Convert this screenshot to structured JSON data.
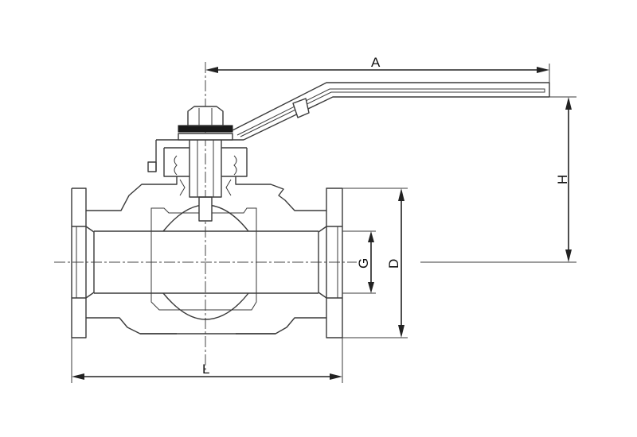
{
  "diagram": {
    "colors": {
      "line": "#3a3a3a",
      "dimension": "#222222",
      "seal": "#1a1a1a",
      "background": "#ffffff"
    },
    "dimensions": {
      "A": "A",
      "H": "H",
      "G": "G",
      "D": "D",
      "L": "L"
    }
  }
}
